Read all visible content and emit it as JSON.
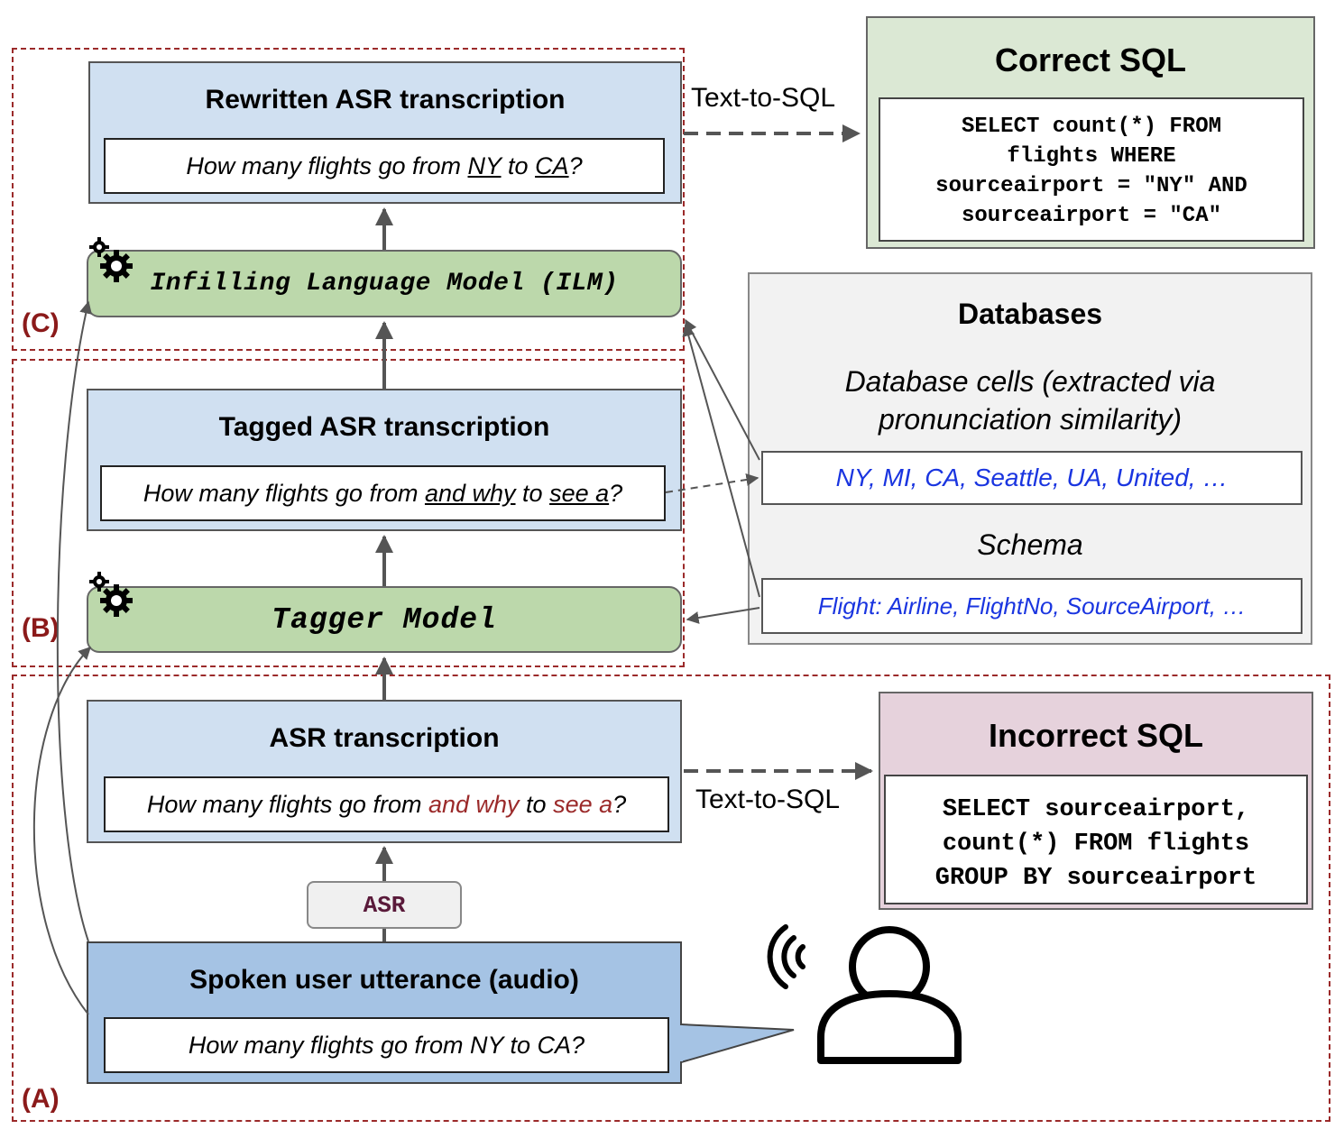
{
  "regions": {
    "c_label": "(C)",
    "b_label": "(B)",
    "a_label": "(A)"
  },
  "rewritten": {
    "title": "Rewritten ASR transcription",
    "q_pre": "How many flights go from ",
    "q_ent1": "NY",
    "q_mid": " to ",
    "q_ent2": "CA",
    "q_post": "?"
  },
  "ilm": {
    "label": "Infilling Language Model (ILM)"
  },
  "tagged": {
    "title": "Tagged ASR transcription",
    "q_pre": "How many flights go from ",
    "q_ent1": "and why",
    "q_mid": " to ",
    "q_ent2": "see a",
    "q_post": "?"
  },
  "tagger": {
    "label": "Tagger Model"
  },
  "asr_box": {
    "title": "ASR transcription",
    "q_pre": "How many flights go from ",
    "q_ent1": "and why",
    "q_mid": " to ",
    "q_ent2": "see a",
    "q_post": "?"
  },
  "asr_step": {
    "label": "ASR"
  },
  "spoken": {
    "title": "Spoken user utterance (audio)",
    "text": "How many flights go from NY to CA?"
  },
  "correct_sql": {
    "title": "Correct SQL",
    "lines": [
      "SELECT count(*) FROM",
      "flights WHERE",
      "sourceairport = \"NY\" AND",
      "sourceairport = \"CA\""
    ]
  },
  "incorrect_sql": {
    "title": "Incorrect SQL",
    "lines": [
      "SELECT sourceairport,",
      "count(*) FROM flights",
      "GROUP BY sourceairport"
    ]
  },
  "databases": {
    "title": "Databases",
    "cells_line1": "Database cells (extracted via",
    "cells_line2": "pronunciation similarity)",
    "cells_values": "NY, MI, CA, Seattle, UA, United, …",
    "schema_title": "Schema",
    "schema_values": "Flight: Airline, FlightNo, SourceAirport, …"
  },
  "edges": {
    "text_to_sql_top": "Text-to-SQL",
    "text_to_sql_bottom": "Text-to-SQL"
  },
  "icons": [
    "gear-icon",
    "user-icon",
    "sound-waves-icon"
  ],
  "colors": {
    "region_border": "#9b2a2a",
    "blue_box": "#d0e0f1",
    "blue_box_dark": "#a5c3e4",
    "green_pill": "#bcd8ab",
    "correct_bg": "#dbe8d4",
    "incorrect_bg": "#e6d2dc",
    "db_bg": "#f2f2f2",
    "entity_red": "#9b2a2a",
    "entity_blue": "#1a35e0"
  }
}
